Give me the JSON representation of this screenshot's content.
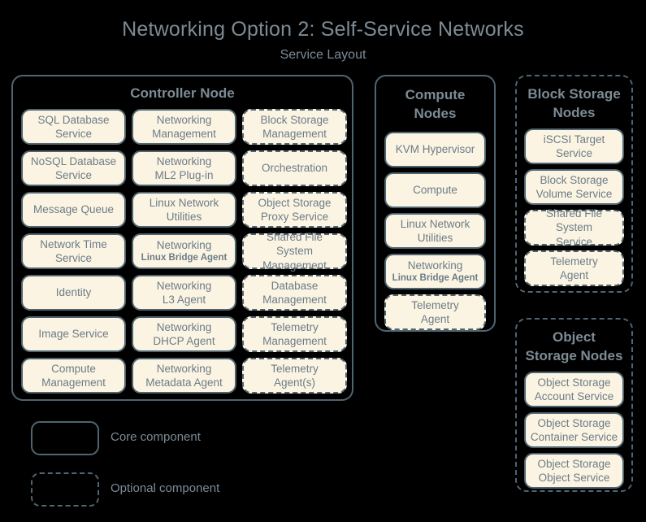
{
  "title": "Networking Option 2: Self-Service Networks",
  "subtitle": "Service Layout",
  "colors": {
    "background": "#000000",
    "box_fill": "#fcf4e2",
    "border": "#4f6571",
    "text": "#6b7c88",
    "title_text": "#7d8b95"
  },
  "legend": {
    "core_label": "Core component",
    "optional_label": "Optional component"
  },
  "controller_node": {
    "title": "Controller Node",
    "optional": false,
    "columns": [
      {
        "items": [
          {
            "l1": "SQL Database",
            "l2": "Service",
            "optional": false
          },
          {
            "l1": "NoSQL Database",
            "l2": "Service",
            "optional": false
          },
          {
            "l1": "Message Queue",
            "l2": "",
            "optional": false
          },
          {
            "l1": "Network Time",
            "l2": "Service",
            "optional": false
          },
          {
            "l1": "Identity",
            "l2": "",
            "optional": false
          },
          {
            "l1": "Image Service",
            "l2": "",
            "optional": false
          },
          {
            "l1": "Compute",
            "l2": "Management",
            "optional": false
          }
        ]
      },
      {
        "items": [
          {
            "l1": "Networking",
            "l2": "Management",
            "optional": false
          },
          {
            "l1": "Networking",
            "l2": "ML2 Plug-in",
            "optional": false
          },
          {
            "l1": "Linux Network",
            "l2": "Utilities",
            "optional": false
          },
          {
            "l1": "Networking",
            "l2": "Linux Bridge Agent",
            "optional": false,
            "small_sub": true
          },
          {
            "l1": "Networking",
            "l2": "L3 Agent",
            "optional": false
          },
          {
            "l1": "Networking",
            "l2": "DHCP Agent",
            "optional": false
          },
          {
            "l1": "Networking",
            "l2": "Metadata Agent",
            "optional": false
          }
        ]
      },
      {
        "items": [
          {
            "l1": "Block Storage",
            "l2": "Management",
            "optional": true
          },
          {
            "l1": "Orchestration",
            "l2": "",
            "optional": true
          },
          {
            "l1": "Object Storage",
            "l2": "Proxy Service",
            "optional": true
          },
          {
            "l1": "Shared File System",
            "l2": "Management",
            "optional": true
          },
          {
            "l1": "Database",
            "l2": "Management",
            "optional": true
          },
          {
            "l1": "Telemetry",
            "l2": "Management",
            "optional": true
          },
          {
            "l1": "Telemetry",
            "l2": "Agent(s)",
            "optional": true
          }
        ]
      }
    ]
  },
  "compute_nodes": {
    "title_l1": "Compute",
    "title_l2": "Nodes",
    "optional": false,
    "items": [
      {
        "l1": "KVM Hypervisor",
        "l2": "",
        "optional": false
      },
      {
        "l1": "Compute",
        "l2": "",
        "optional": false
      },
      {
        "l1": "Linux Network",
        "l2": "Utilities",
        "optional": false
      },
      {
        "l1": "Networking",
        "l2": "Linux Bridge Agent",
        "optional": false,
        "small_sub": true
      },
      {
        "l1": "Telemetry",
        "l2": "Agent",
        "optional": true
      }
    ]
  },
  "block_storage_nodes": {
    "title_l1": "Block Storage",
    "title_l2": "Nodes",
    "optional": true,
    "items": [
      {
        "l1": "iSCSI Target",
        "l2": "Service",
        "optional": false
      },
      {
        "l1": "Block Storage",
        "l2": "Volume Service",
        "optional": false
      },
      {
        "l1": "Shared File System",
        "l2": "Service",
        "optional": true
      },
      {
        "l1": "Telemetry",
        "l2": "Agent",
        "optional": true
      }
    ]
  },
  "object_storage_nodes": {
    "title_l1": "Object",
    "title_l2": "Storage Nodes",
    "optional": true,
    "items": [
      {
        "l1": "Object Storage",
        "l2": "Account Service",
        "optional": false
      },
      {
        "l1": "Object Storage",
        "l2": "Container Service",
        "optional": false
      },
      {
        "l1": "Object Storage",
        "l2": "Object Service",
        "optional": false
      }
    ]
  }
}
